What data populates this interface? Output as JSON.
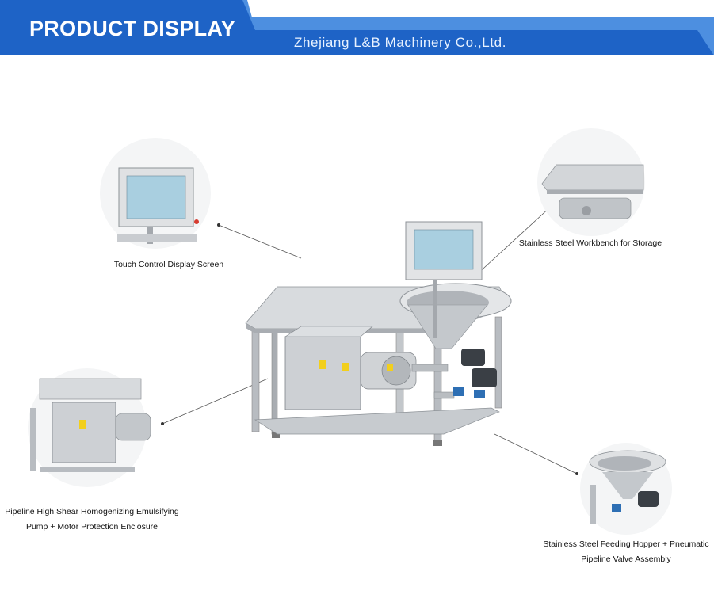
{
  "header": {
    "title": "PRODUCT DISPLAY",
    "company": "Zhejiang L&B Machinery Co.,Ltd."
  },
  "callouts": {
    "touch_screen": "Touch Control Display Screen",
    "workbench": "Stainless Steel Workbench for Storage",
    "pump_line1": "Pipeline High Shear Homogenizing Emulsifying",
    "pump_line2": "Pump + Motor Protection Enclosure",
    "hopper_line1": "Stainless Steel Feeding Hopper + Pneumatic",
    "hopper_line2": "Pipeline Valve Assembly"
  },
  "colors": {
    "banner_blue": "#1e63c6",
    "banner_light": "#4d8fe0",
    "steel": "#c9ccd0",
    "steel_dark": "#8d9297",
    "screen": "#a9cfe0"
  }
}
